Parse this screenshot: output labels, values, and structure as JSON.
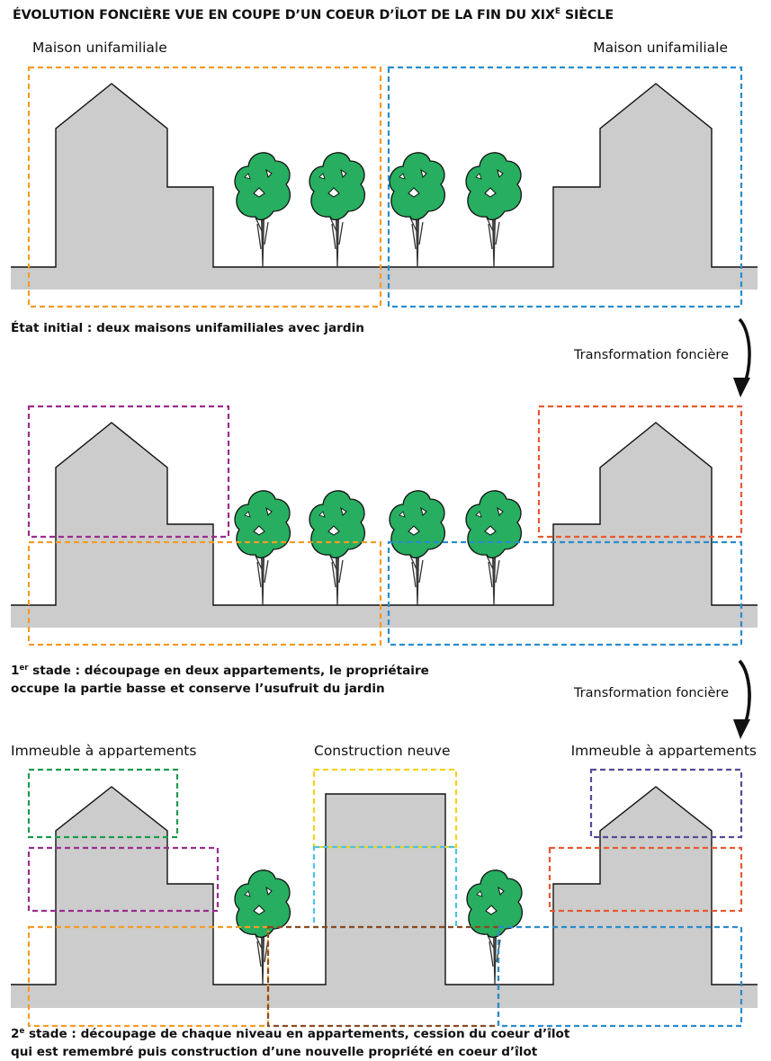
{
  "title": {
    "main": "ÉVOLUTION FONCIÈRE VUE EN COUPE D’UN COEUR D’ÎLOT DE LA FIN DU XIX",
    "sup": "E",
    "end": " SIÈCLE"
  },
  "stage0": {
    "label_left": "Maison unifamiliale",
    "label_right": "Maison unifamiliale",
    "caption": "État initial : deux maisons unifamiliales avec jardin"
  },
  "transition": "Transformation foncière",
  "stage1": {
    "caption_num": "1",
    "caption_sup": "er",
    "caption_line1": " stade : découpage en deux appartements, le propriétaire",
    "caption_line2": "occupe la partie basse et conserve l’usufruit du jardin"
  },
  "stage2": {
    "label_left": "Immeuble à appartements",
    "label_center": "Construction neuve",
    "label_right": "Immeuble à appartements",
    "caption_num": "2",
    "caption_sup": "e",
    "caption_line1": " stade : découpage de chaque niveau en appartements, cession du coeur d’îlot",
    "caption_line2": "qui est remembré puis construction d’une nouvelle propriété en coeur d’îlot"
  },
  "colors": {
    "ground": "#cfcfcf",
    "building": "#cccccc",
    "tree": "#27ae60",
    "orange": "#f39c28",
    "blue": "#2a8ccd",
    "magenta": "#9b2c8e",
    "red": "#e65a32",
    "green": "#1e9a50",
    "yellow": "#f5d21e",
    "lightblue": "#4cc3e8",
    "brown": "#8a4a20",
    "purple": "#5a4a9a"
  }
}
